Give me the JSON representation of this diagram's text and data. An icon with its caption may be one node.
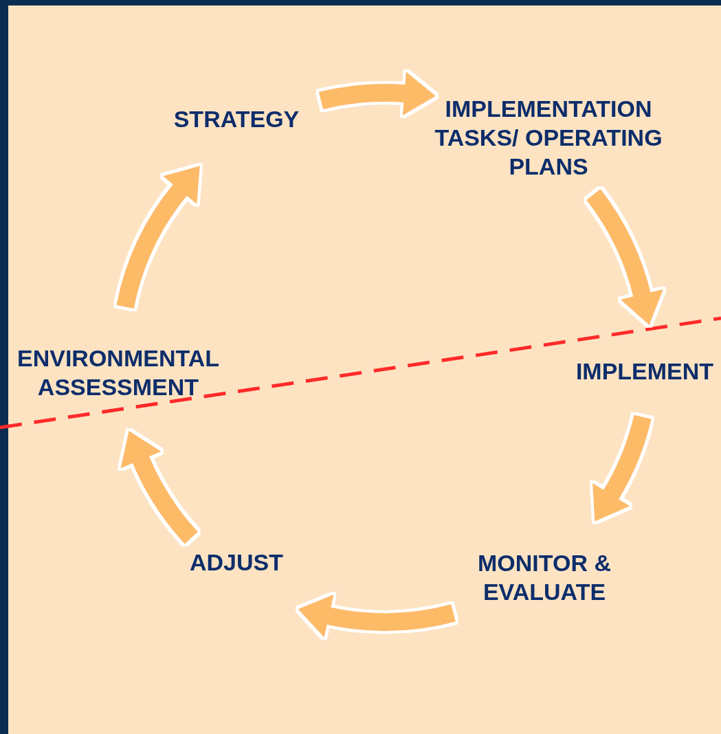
{
  "diagram": {
    "nodes": [
      {
        "text": [
          "STRATEGY"
        ]
      },
      {
        "text": [
          "IMPLEMENTATION TASKS/ OPERATING PLANS"
        ]
      },
      {
        "text": [
          "IMPLEMENT"
        ]
      },
      {
        "text": [
          "MONITOR & EVALUATE"
        ]
      },
      {
        "text": [
          "ADJUST"
        ]
      },
      {
        "text": [
          "ENVIRONMENTAL ASSESSMENT"
        ]
      }
    ],
    "edges": [
      {
        "from": 0,
        "to": 1,
        "arrow": "to"
      },
      {
        "from": 1,
        "to": 2,
        "arrow": "to"
      },
      {
        "from": 2,
        "to": 3,
        "arrow": "to"
      },
      {
        "from": 3,
        "to": 4,
        "arrow": "to"
      },
      {
        "from": 4,
        "to": 5,
        "arrow": "to"
      },
      {
        "from": 5,
        "to": 0,
        "arrow": "to"
      }
    ]
  }
}
